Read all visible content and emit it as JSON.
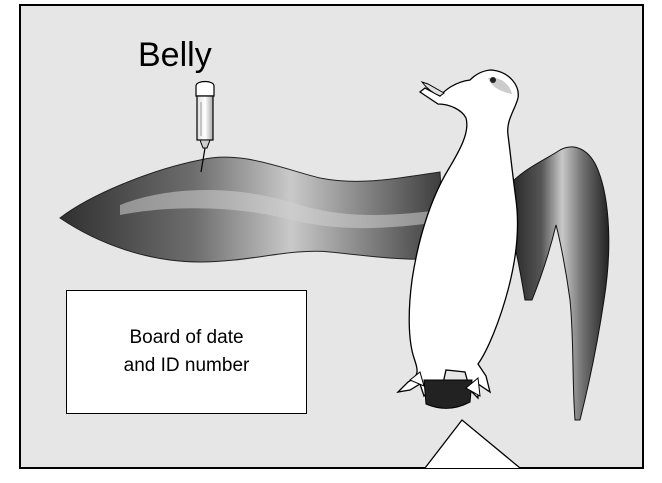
{
  "labels": {
    "belly": "Belly",
    "board": "Board of date\nand ID number"
  },
  "colors": {
    "background": "#e6e6e6",
    "frame": "#000000",
    "skin_dark": "#2f2f2f",
    "skin_light": "#bdbdbd",
    "bird_body": "#ffffff"
  },
  "icons": {
    "syringe": "syringe-icon",
    "bird": "seabird-illustration"
  }
}
